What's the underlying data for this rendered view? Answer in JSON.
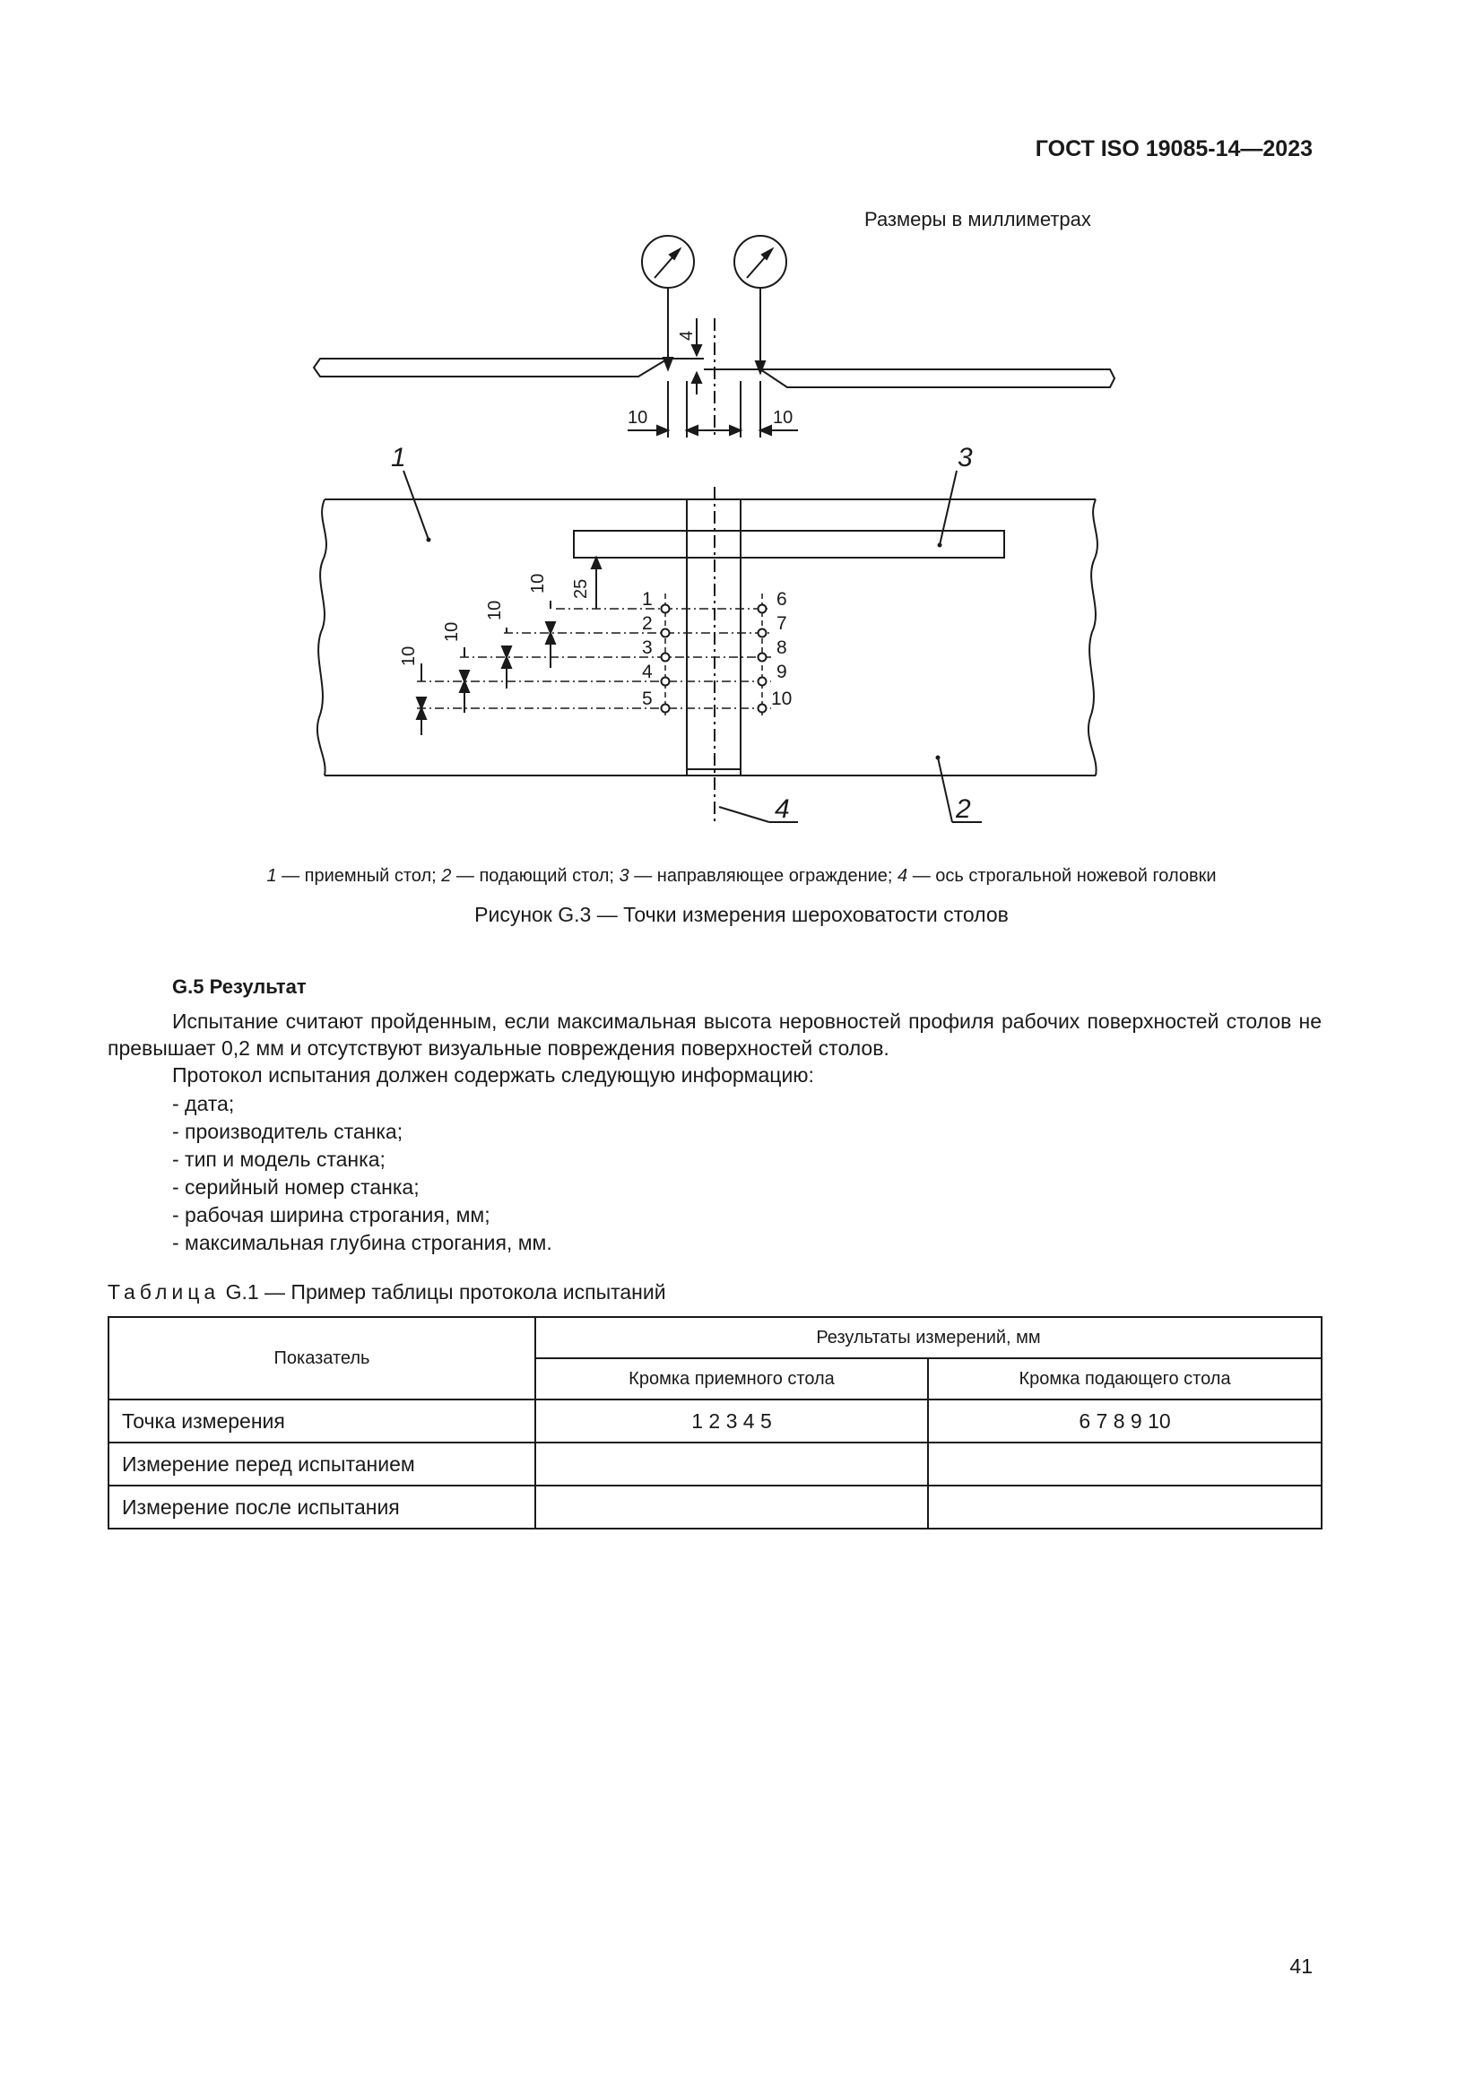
{
  "header": {
    "standard": "ГОСТ ISO 19085-14—2023"
  },
  "figure": {
    "units_note": "Размеры в миллиметрах",
    "dimensions": {
      "d4": "4",
      "d10a": "10",
      "d10b": "10",
      "d25": "25",
      "d10c": "10",
      "d10d": "10",
      "d10e": "10"
    },
    "callouts": {
      "c1": "1",
      "c2": "2",
      "c3": "3",
      "c4": "4"
    },
    "points_left": [
      "1",
      "2",
      "3",
      "4",
      "5"
    ],
    "points_right": [
      "6",
      "7",
      "8",
      "9",
      "10"
    ],
    "legend": {
      "n1": "1",
      "t1": " — приемный стол; ",
      "n2": "2",
      "t2": " — подающий стол; ",
      "n3": "3",
      "t3": " — направляющее ограждение; ",
      "n4": "4",
      "t4": " — ось строгальной ножевой головки"
    },
    "caption": "Рисунок G.3 — Точки измерения шероховатости столов"
  },
  "section": {
    "heading": "G.5 Результат",
    "paragraph1": "Испытание считают пройденным, если максимальная высота неровностей профиля рабочих поверхностей столов не превышает 0,2 мм и отсутствуют визуальные повреждения поверхностей столов.",
    "paragraph2": "Протокол испытания должен содержать следующую информацию:",
    "bullets": [
      "- дата;",
      "- производитель станка;",
      "- тип и модель станка;",
      "- серийный номер станка;",
      "- рабочая ширина строгания, мм;",
      "- максимальная глубина строгания, мм."
    ]
  },
  "table": {
    "caption_prefix": "Таблица",
    "caption_rest": " G.1 — Пример таблицы протокола испытаний",
    "col_indicator": "Показатель",
    "col_results": "Результаты измерений, мм",
    "sub_infeed": "Кромка приемного стола",
    "sub_outfeed": "Кромка подающего стола",
    "rows": [
      {
        "label": "Точка измерения",
        "left": "1 2 3 4 5",
        "right": "6 7 8 9 10"
      },
      {
        "label": "Измерение перед испытанием",
        "left": "",
        "right": ""
      },
      {
        "label": "Измерение после испытания",
        "left": "",
        "right": ""
      }
    ]
  },
  "page_number": "41"
}
